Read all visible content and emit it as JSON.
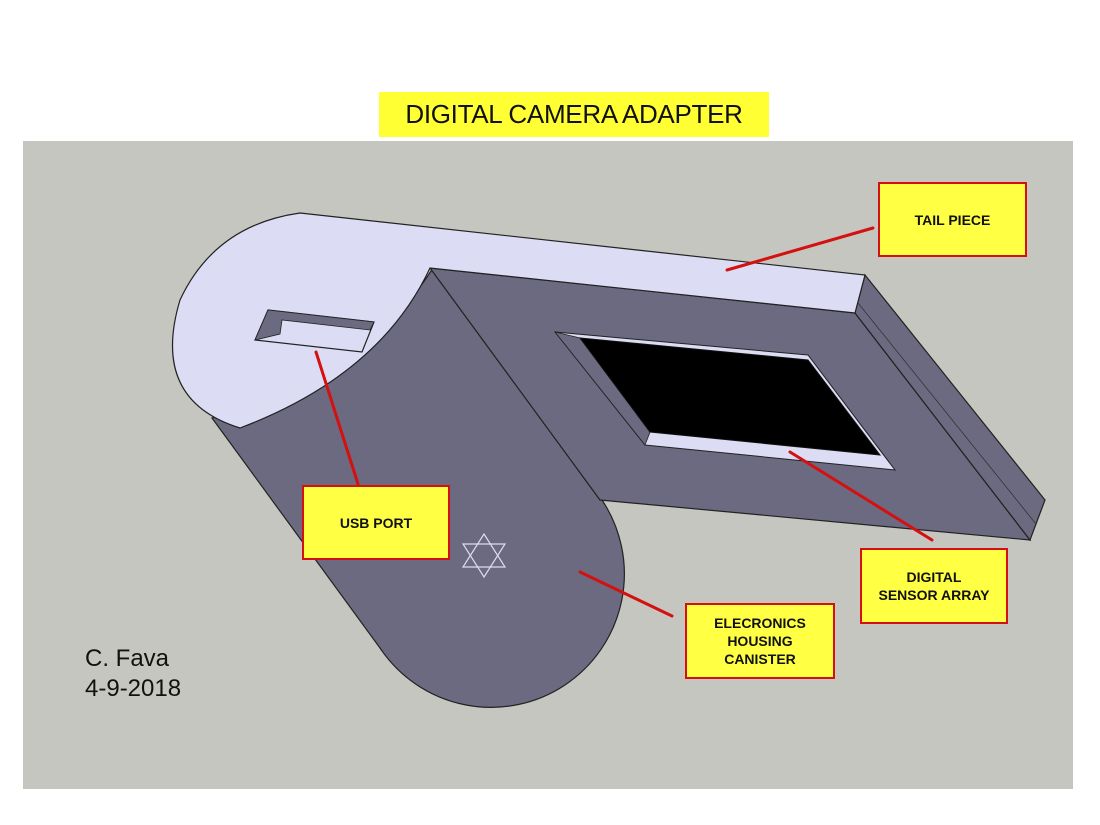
{
  "title": "DIGITAL CAMERA ADAPTER",
  "callouts": {
    "tail_piece": "TAIL PIECE",
    "usb_port": "USB PORT",
    "digital_sensor_array": "DIGITAL\nSENSOR ARRAY",
    "electronics_housing": "ELECRONICS\nHOUSING\nCANISTER"
  },
  "author": {
    "name": "C. Fava",
    "date": "4-9-2018"
  },
  "colors": {
    "background": "#c5c6bf",
    "top_face": "#dcdcf4",
    "side_face": "#6c6a80",
    "sensor": "#000000",
    "callout_fill": "#ffff44",
    "callout_border": "#d41010",
    "title_fill": "#ffff33"
  }
}
